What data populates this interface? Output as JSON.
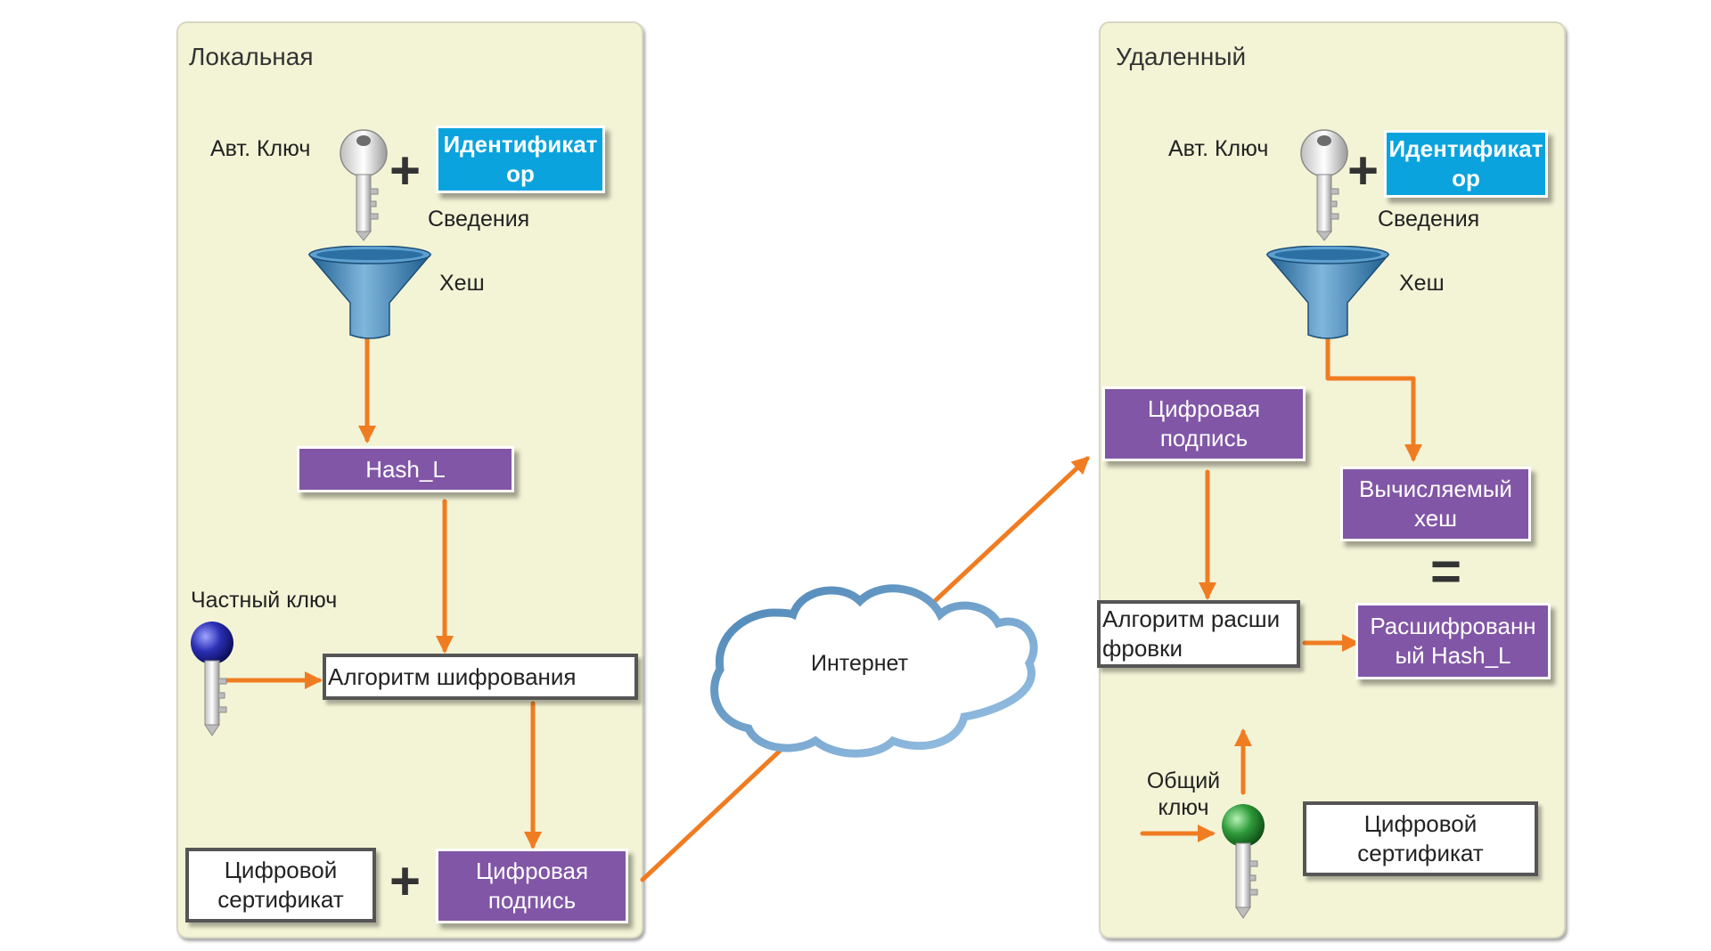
{
  "local": {
    "title": "Локальная",
    "auth_key_label": "Авт. Ключ",
    "identifier_label": "Идентификатор",
    "info_label": "Сведения",
    "hash_label": "Хеш",
    "hash_box": "Hash_L",
    "private_key_label": "Частный ключ",
    "encrypt_box": "Алгоритм шифрования",
    "certificate_box": "Цифровой сертификат",
    "signature_box": "Цифровая подпись",
    "plus": "+"
  },
  "internet": {
    "label": "Интернет"
  },
  "remote": {
    "title": "Удаленный",
    "auth_key_label": "Авт. Ключ",
    "identifier_label": "Идентификатор",
    "info_label": "Сведения",
    "hash_label": "Хеш",
    "signature_box": "Цифровая подпись",
    "computed_hash_box": "Вычисляемый хеш",
    "equals": "=",
    "decrypt_box": "Алгоритм расшифровки",
    "decrypted_hash_box": "Расшифрованный Hash_L",
    "public_key_label": "Общий ключ",
    "certificate_box": "Цифровой сертификат",
    "plus": "+"
  },
  "colors": {
    "arrow": "#f07c22",
    "panel": "#f3f3d6",
    "purple": "#8156a6",
    "blue": "#0aa3de",
    "private_key": "#2b2fb5",
    "public_key": "#2e9a3a",
    "funnel": "#3c7fb0"
  },
  "icons": [
    "silver-key-icon",
    "funnel-icon",
    "blue-key-icon",
    "cloud-icon",
    "green-key-icon"
  ]
}
